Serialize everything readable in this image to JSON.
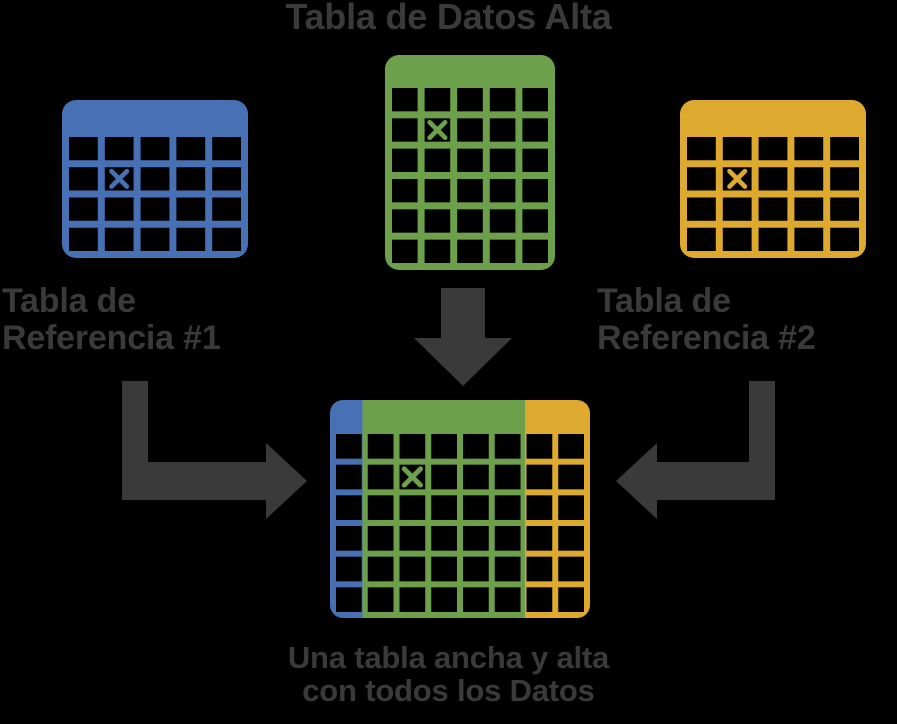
{
  "diagram": {
    "title": "Tabla de Datos Alta",
    "caption": "Una tabla ancha y alta\ncon todos los Datos",
    "background_color": "#000000",
    "text_color": "#3a3a3a",
    "arrow_color": "#3a3a3a"
  },
  "colors": {
    "blue": "#4870b5",
    "green": "#6da04b",
    "yellow": "#dda92e",
    "cell": "#000000",
    "text": "#3a3a3a",
    "arrow": "#3a3a3a"
  },
  "tables": {
    "reference_1": {
      "label": "Tabla de\nReferencia #1",
      "color_name": "blue",
      "color": "#4870b5",
      "columns": 5,
      "rows": 4,
      "has_header_band": true,
      "marked_cell": {
        "row": 2,
        "column": 2,
        "mark": "x"
      }
    },
    "data_table": {
      "label": "Tabla de Datos Alta",
      "color_name": "green",
      "color": "#6da04b",
      "columns": 5,
      "rows": 6,
      "has_header_band": true,
      "marked_cell": {
        "row": 2,
        "column": 2,
        "mark": "x"
      }
    },
    "reference_2": {
      "label": "Tabla de\nReferencia #2",
      "color_name": "yellow",
      "color": "#dda92e",
      "columns": 5,
      "rows": 4,
      "has_header_band": true,
      "marked_cell": {
        "row": 2,
        "column": 2,
        "mark": "x"
      }
    },
    "combined": {
      "label": "Una tabla ancha y alta\ncon todos los Datos",
      "columns": 8,
      "rows": 6,
      "has_header_band": true,
      "segments": [
        {
          "color_name": "blue",
          "color": "#4870b5",
          "columns": 1
        },
        {
          "color_name": "green",
          "color": "#6da04b",
          "columns": 5
        },
        {
          "color_name": "yellow",
          "color": "#dda92e",
          "columns": 2
        }
      ],
      "marked_cell": {
        "row": 2,
        "column": 3,
        "mark": "x",
        "segment": "green"
      }
    }
  },
  "arrows": [
    {
      "name": "arrow-down-data-to-combined",
      "direction": "down",
      "from": "data_table",
      "to": "combined"
    },
    {
      "name": "arrow-elbow-ref1-to-combined",
      "direction": "down-then-right",
      "from": "reference_1",
      "to": "combined"
    },
    {
      "name": "arrow-elbow-ref2-to-combined",
      "direction": "down-then-left",
      "from": "reference_2",
      "to": "combined"
    }
  ]
}
